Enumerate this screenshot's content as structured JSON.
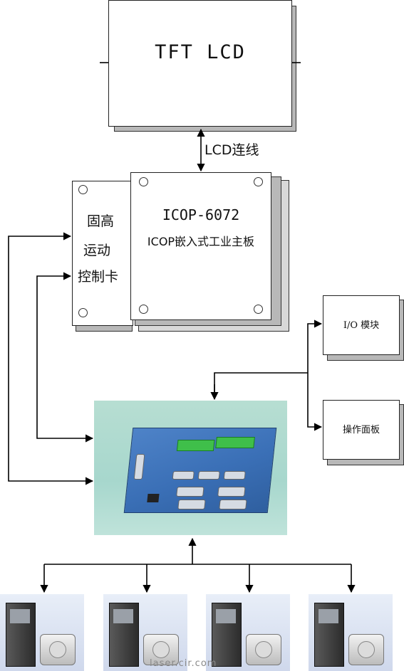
{
  "lcd": {
    "title": "TFT LCD"
  },
  "lcd_link": {
    "label": "LCD连线"
  },
  "motion_card": {
    "line1": "固高",
    "line2": "运动",
    "line3": "控制卡"
  },
  "mainboard": {
    "title": "ICOP-6072",
    "subtitle": "ICOP嵌入式工业主板"
  },
  "io_module": {
    "label": "I/O 模块"
  },
  "operation_panel": {
    "label": "操作面板"
  },
  "watermark": {
    "text": "laser.cir.com"
  },
  "colors": {
    "line": "#000000",
    "photo_bg": "#a8d8cc",
    "board_blue": "#3a6fb6",
    "terminal_green": "#3fbf4a"
  }
}
